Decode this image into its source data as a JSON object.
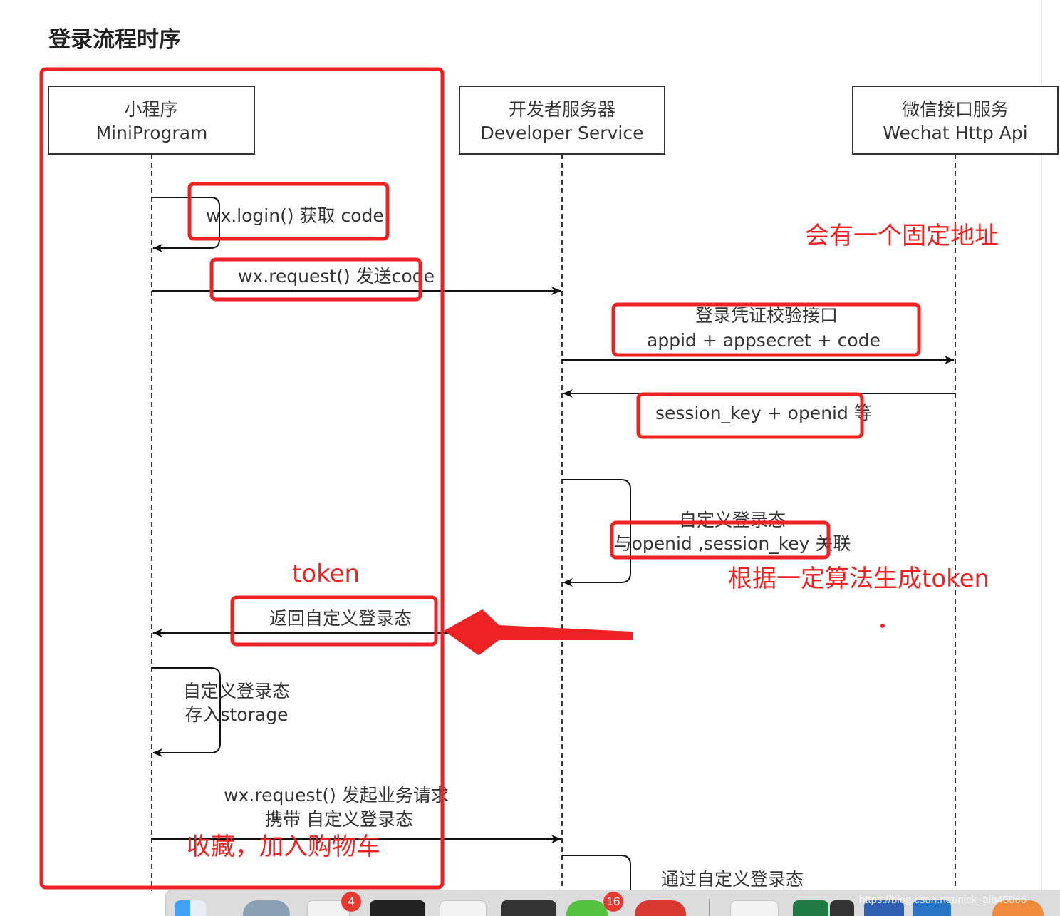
{
  "title": "登录流程时序",
  "participants": [
    {
      "line1": "小程序",
      "line2": "MiniProgram"
    },
    {
      "line1": "开发者服务器",
      "line2": "Developer Service"
    },
    {
      "line1": "微信接口服务",
      "line2": "Wechat Http Api"
    }
  ],
  "messages": {
    "m1": "wx.login() 获取 code",
    "m2": "wx.request() 发送code",
    "m3_line1": "登录凭证校验接口",
    "m3_line2": "appid + appsecret + code",
    "m4": "session_key + openid 等",
    "m5_line1": "自定义登录态",
    "m5_line2": "与openid ,session_key 关联",
    "m6": "返回自定义登录态",
    "m7_line1": "自定义登录态",
    "m7_line2": "存入storage",
    "m8_line1": "wx.request() 发起业务请求",
    "m8_line2": "携带 自定义登录态",
    "m9": "通过自定义登录态"
  },
  "annotations": {
    "fixed_address": "会有一个固定地址",
    "token": "token",
    "gen_token": "根据一定算法生成token",
    "collect": "收藏，加入购物车"
  },
  "dock": {
    "badge_mail": "4",
    "badge_chat": "16",
    "watermark": "https://blog.csdn.net/nick_alb45066"
  }
}
